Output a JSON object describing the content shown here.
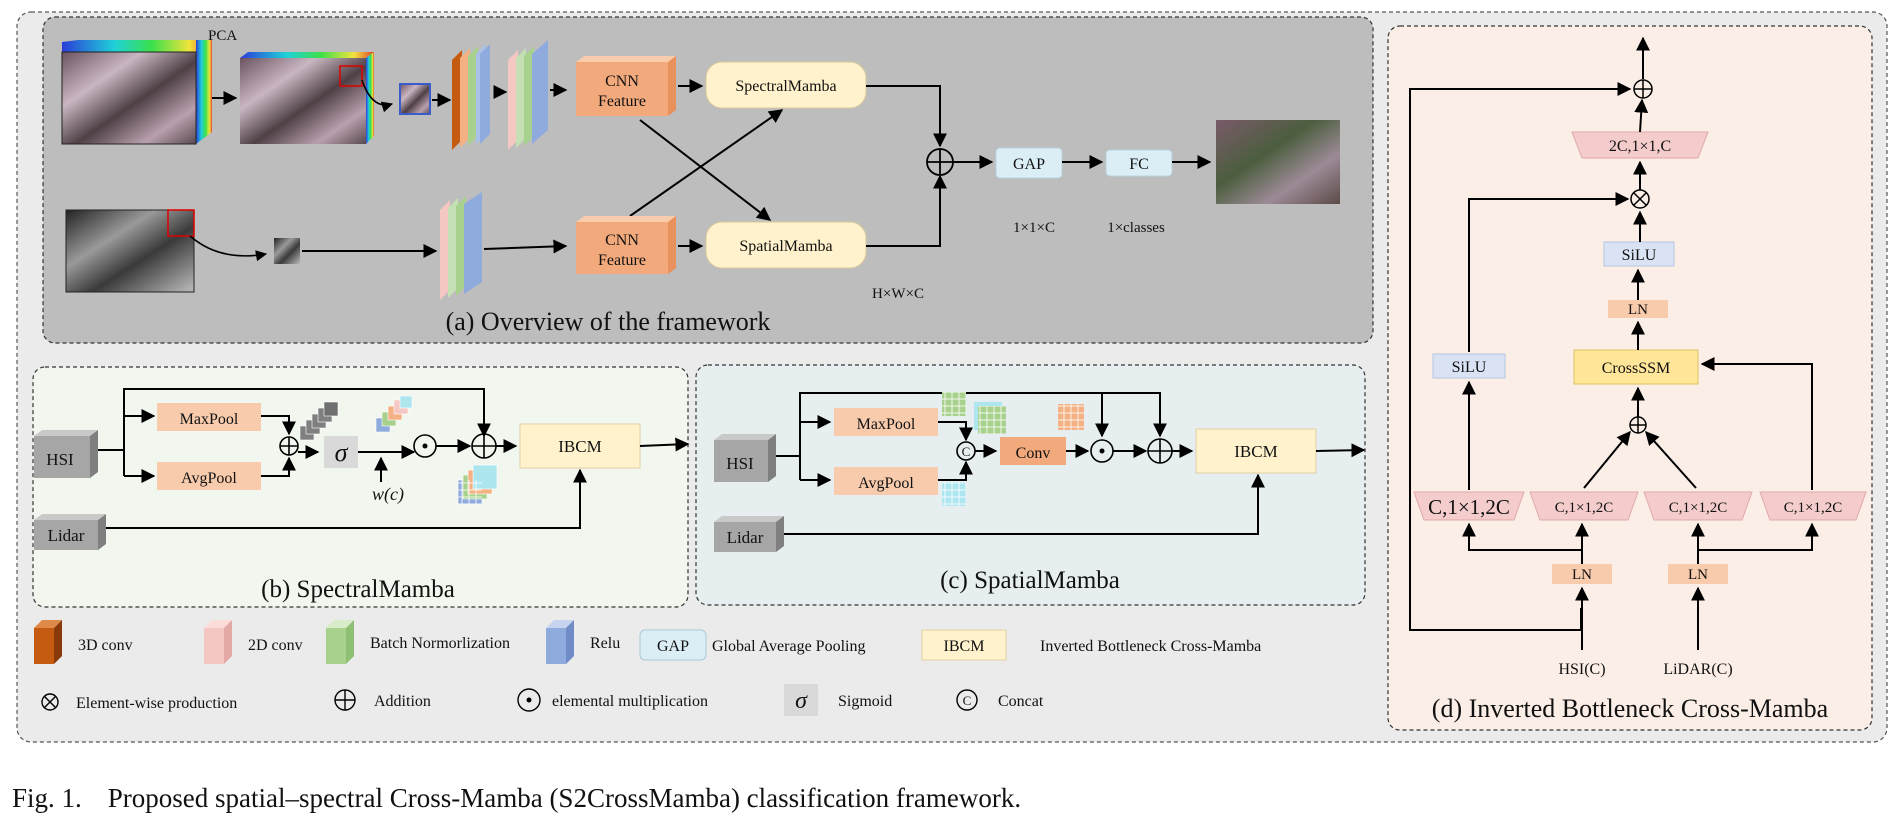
{
  "panel_a": {
    "title": "(a) Overview of the framework",
    "pca": "PCA",
    "cnn_top_line1": "CNN",
    "cnn_top_line2": "Feature",
    "cnn_bot_line1": "CNN",
    "cnn_bot_line2": "Feature",
    "spectral_mamba": "SpectralMamba",
    "spatial_mamba": "SpatialMamba",
    "gap": "GAP",
    "fc": "FC",
    "gap_dim": "1×1×C",
    "fc_dim": "1×classes",
    "feat_dim": "H×W×C"
  },
  "panel_b": {
    "title": "(b) SpectralMamba",
    "hsi": "HSI",
    "lidar": "Lidar",
    "maxpool": "MaxPool",
    "avgpool": "AvgPool",
    "sigma": "σ",
    "wc": "w(c)",
    "ibcm": "IBCM"
  },
  "panel_c": {
    "title": "(c) SpatialMamba",
    "hsi": "HSI",
    "lidar": "Lidar",
    "maxpool": "MaxPool",
    "avgpool": "AvgPool",
    "concat": "C",
    "conv": "Conv",
    "ibcm": "IBCM"
  },
  "panel_d": {
    "title": "(d) Inverted Bottleneck Cross-Mamba",
    "top_trap": "2C,1×1,C",
    "silu_mid": "SiLU",
    "ln_mid": "LN",
    "silu_left": "SiLU",
    "crossssm": "CrossSSM",
    "trap1": "C,1×1,2C",
    "trap2": "C,1×1,2C",
    "trap3": "C,1×1,2C",
    "trap4": "C,1×1,2C",
    "ln_left": "LN",
    "ln_right": "LN",
    "hsi_in": "HSI(C)",
    "lidar_in": "LiDAR(C)"
  },
  "legend": {
    "conv3d": "3D conv",
    "conv2d": "2D conv",
    "batchnorm": "Batch Normorlization",
    "relu": "Relu",
    "gap_box": "GAP",
    "gap_desc": "Global Average Pooling",
    "ibcm_box": "IBCM",
    "ibcm_desc": "Inverted Bottleneck Cross-Mamba",
    "elementwise": "Element-wise production",
    "addition": "Addition",
    "elemental": "elemental multiplication",
    "sigma": "σ",
    "sigmoid": "Sigmoid",
    "concat_sym": "C",
    "concat": "Concat"
  },
  "caption": {
    "label": "Fig. 1.",
    "text": "Proposed spatial–spectral Cross-Mamba (S2CrossMamba) classification framework."
  },
  "colors": {
    "panel_a_bg": "#bdbdbd",
    "outer_bg": "#ebebeb",
    "panel_b_bg": "#f1f6ee",
    "panel_c_bg": "#e6eef0",
    "panel_d_bg": "#fbeee6",
    "cnn": "#f2a97c",
    "mamba": "#fff2cc",
    "gap": "#dbeef6",
    "pool": "#f8cbad",
    "ibcm": "#fff2cc",
    "input_grey": "#a6a6a6",
    "silu": "#dae3f3",
    "crossssm": "#ffe699",
    "trap": "#f4cccc"
  }
}
